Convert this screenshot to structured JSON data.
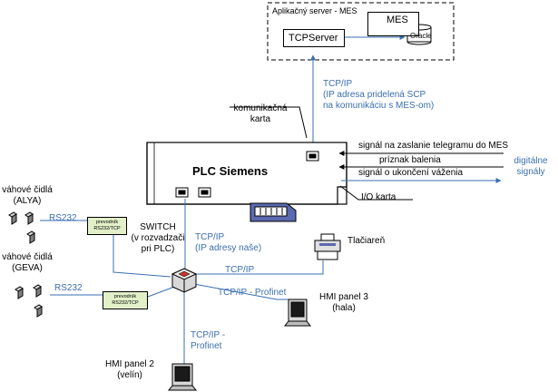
{
  "server": {
    "title": "Aplikačný server - MES",
    "mes_label": "MES",
    "oracle_label": "Oracle",
    "tcpserver_label": "TCPServer"
  },
  "network": {
    "tcpip_mes_line1": "TCP/IP",
    "tcpip_mes_line2": "(IP adresa pridelená SCP",
    "tcpip_mes_line3": "na komunikáciu s MES-om)",
    "comm_card_line1": "komunikačná",
    "comm_card_line2": "karta",
    "tcpip_ours_line1": "TCP/IP",
    "tcpip_ours_line2": "(IP adresy naše)",
    "tcpip_printer": "TCP/IP",
    "tcpip_profinet_hmi3": "TCP/IP - Profinet",
    "tcpip_profinet_hmi2_line1": "TCP/IP -",
    "tcpip_profinet_hmi2_line2": "Profinet"
  },
  "plc": {
    "title": "PLC Siemens",
    "io_card": "I/O karta"
  },
  "signals": {
    "sig1": "signál na zaslanie telegramu do MES",
    "sig2": "príznak balenia",
    "sig3": "signál o ukončení váženia",
    "digital_line1": "digitálne",
    "digital_line2": "signály"
  },
  "scales": {
    "alya_line1": "váhové čidlá",
    "alya_line2": "(ALYA)",
    "geva_line1": "váhové čidlá",
    "geva_line2": "(GEVA)",
    "rs232_a": "RS232",
    "rs232_b": "RS232",
    "converter_a_line1": "prevodník",
    "converter_a_line2": "RS232/TCP",
    "converter_b_line1": "prevodník",
    "converter_b_line2": "RS232/TCP"
  },
  "switch": {
    "line1": "SWITCH",
    "line2": "(v rozvadzači",
    "line3": "pri PLC)"
  },
  "devices": {
    "printer": "Tlačiareň",
    "hmi3_line1": "HMI panel 3",
    "hmi3_line2": "(hala)",
    "hmi2_line1": "HMI panel 2",
    "hmi2_line2": "(velín)"
  },
  "colors": {
    "link": "#3a6fb0",
    "converter_fill": "#e2f0c8",
    "device_fill": "#5a6ab0"
  }
}
